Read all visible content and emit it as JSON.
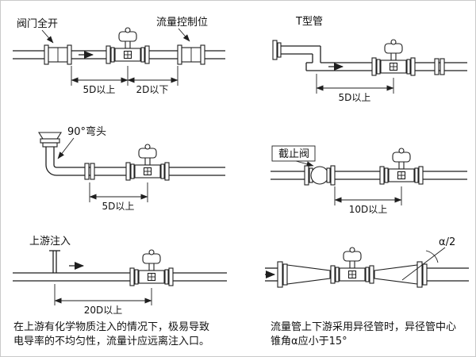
{
  "figure": {
    "background": "#ffffff",
    "ink": "#1f1f1f",
    "border": "#c9c9c9"
  },
  "panels": {
    "valve_full_open": {
      "label": "阀门全开",
      "label2": "流量控制位",
      "dim_upstream": "5D以上",
      "dim_downstream": "2D以下"
    },
    "t_pipe": {
      "label": "T型管",
      "dim": "5D以上"
    },
    "elbow_90": {
      "label": "90°弯头",
      "dim": "5D以上"
    },
    "stop_valve": {
      "label": "截止阀",
      "dim": "10D以上"
    },
    "upstream_injection": {
      "label": "上游注入",
      "dim": "20D以上",
      "caption1": "在上游有化学物质注入的情况下，极易导致",
      "caption2": "电导率的不均匀性，流量计应远离注入口。"
    },
    "reducer": {
      "angle_label": "α/2",
      "caption1": "流量管上下游采用异径管时，异径管中心",
      "caption2": "锥角α应小于15°"
    }
  }
}
